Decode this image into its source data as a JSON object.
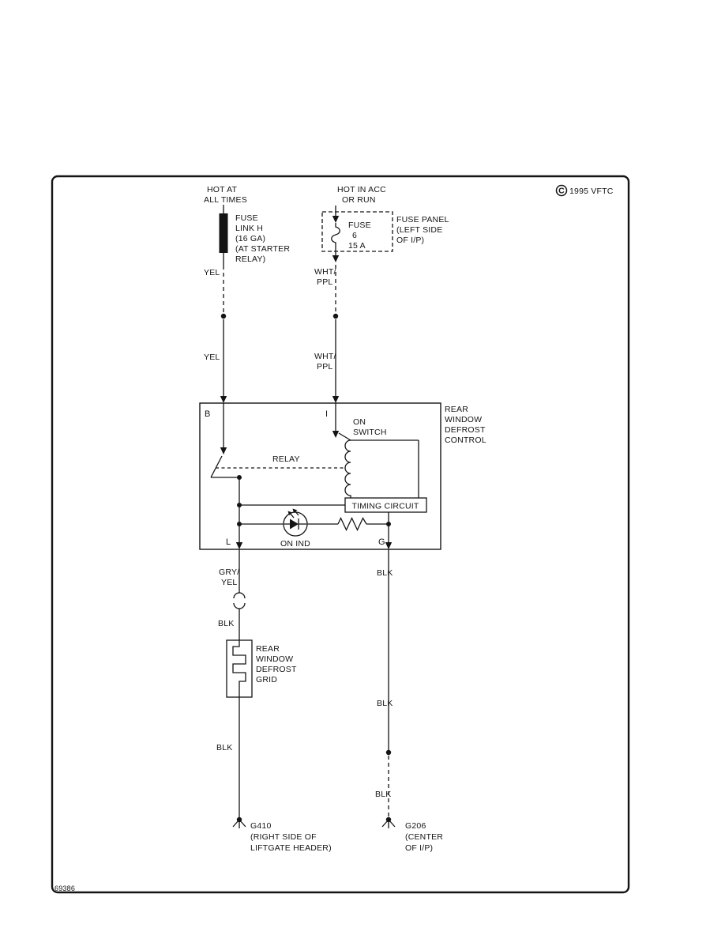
{
  "page": {
    "code": "69386",
    "copyright_symbol": "C",
    "copyright_text": "1995 VFTC"
  },
  "power_left": {
    "source_line1": "HOT AT",
    "source_line2": "ALL TIMES",
    "fuse_link_line1": "FUSE",
    "fuse_link_line2": "LINK H",
    "fuse_link_line3": "(16 GA)",
    "fuse_link_line4": "(AT STARTER",
    "fuse_link_line5": "RELAY)",
    "wire_upper": "YEL",
    "wire_lower": "YEL"
  },
  "power_right": {
    "source_line1": "HOT IN ACC",
    "source_line2": "OR RUN",
    "fuse_line1": "FUSE",
    "fuse_line2": "6",
    "fuse_line3": "15 A",
    "panel_line1": "FUSE PANEL",
    "panel_line2": "(LEFT SIDE",
    "panel_line3": "OF I/P)",
    "wire_upper_line1": "WHT/",
    "wire_upper_line2": "PPL",
    "wire_lower_line1": "WHT/",
    "wire_lower_line2": "PPL"
  },
  "control": {
    "name_line1": "REAR",
    "name_line2": "WINDOW",
    "name_line3": "DEFROST",
    "name_line4": "CONTROL",
    "terminal_b": "B",
    "terminal_i": "I",
    "terminal_l": "L",
    "terminal_g": "G",
    "switch_line1": "ON",
    "switch_line2": "SWITCH",
    "relay": "RELAY",
    "timing_circuit": "TIMING CIRCUIT",
    "indicator": "ON IND"
  },
  "branch_left": {
    "wire1_line1": "GRY/",
    "wire1_line2": "YEL",
    "wire2": "BLK",
    "grid_line1": "REAR",
    "grid_line2": "WINDOW",
    "grid_line3": "DEFROST",
    "grid_line4": "GRID",
    "wire3": "BLK",
    "ground_line1": "G410",
    "ground_line2": "(RIGHT SIDE OF",
    "ground_line3": "LIFTGATE HEADER)"
  },
  "branch_right": {
    "wire1": "BLK",
    "wire2": "BLK",
    "wire3": "BLK",
    "ground_line1": "G206",
    "ground_line2": "(CENTER",
    "ground_line3": "OF I/P)"
  }
}
